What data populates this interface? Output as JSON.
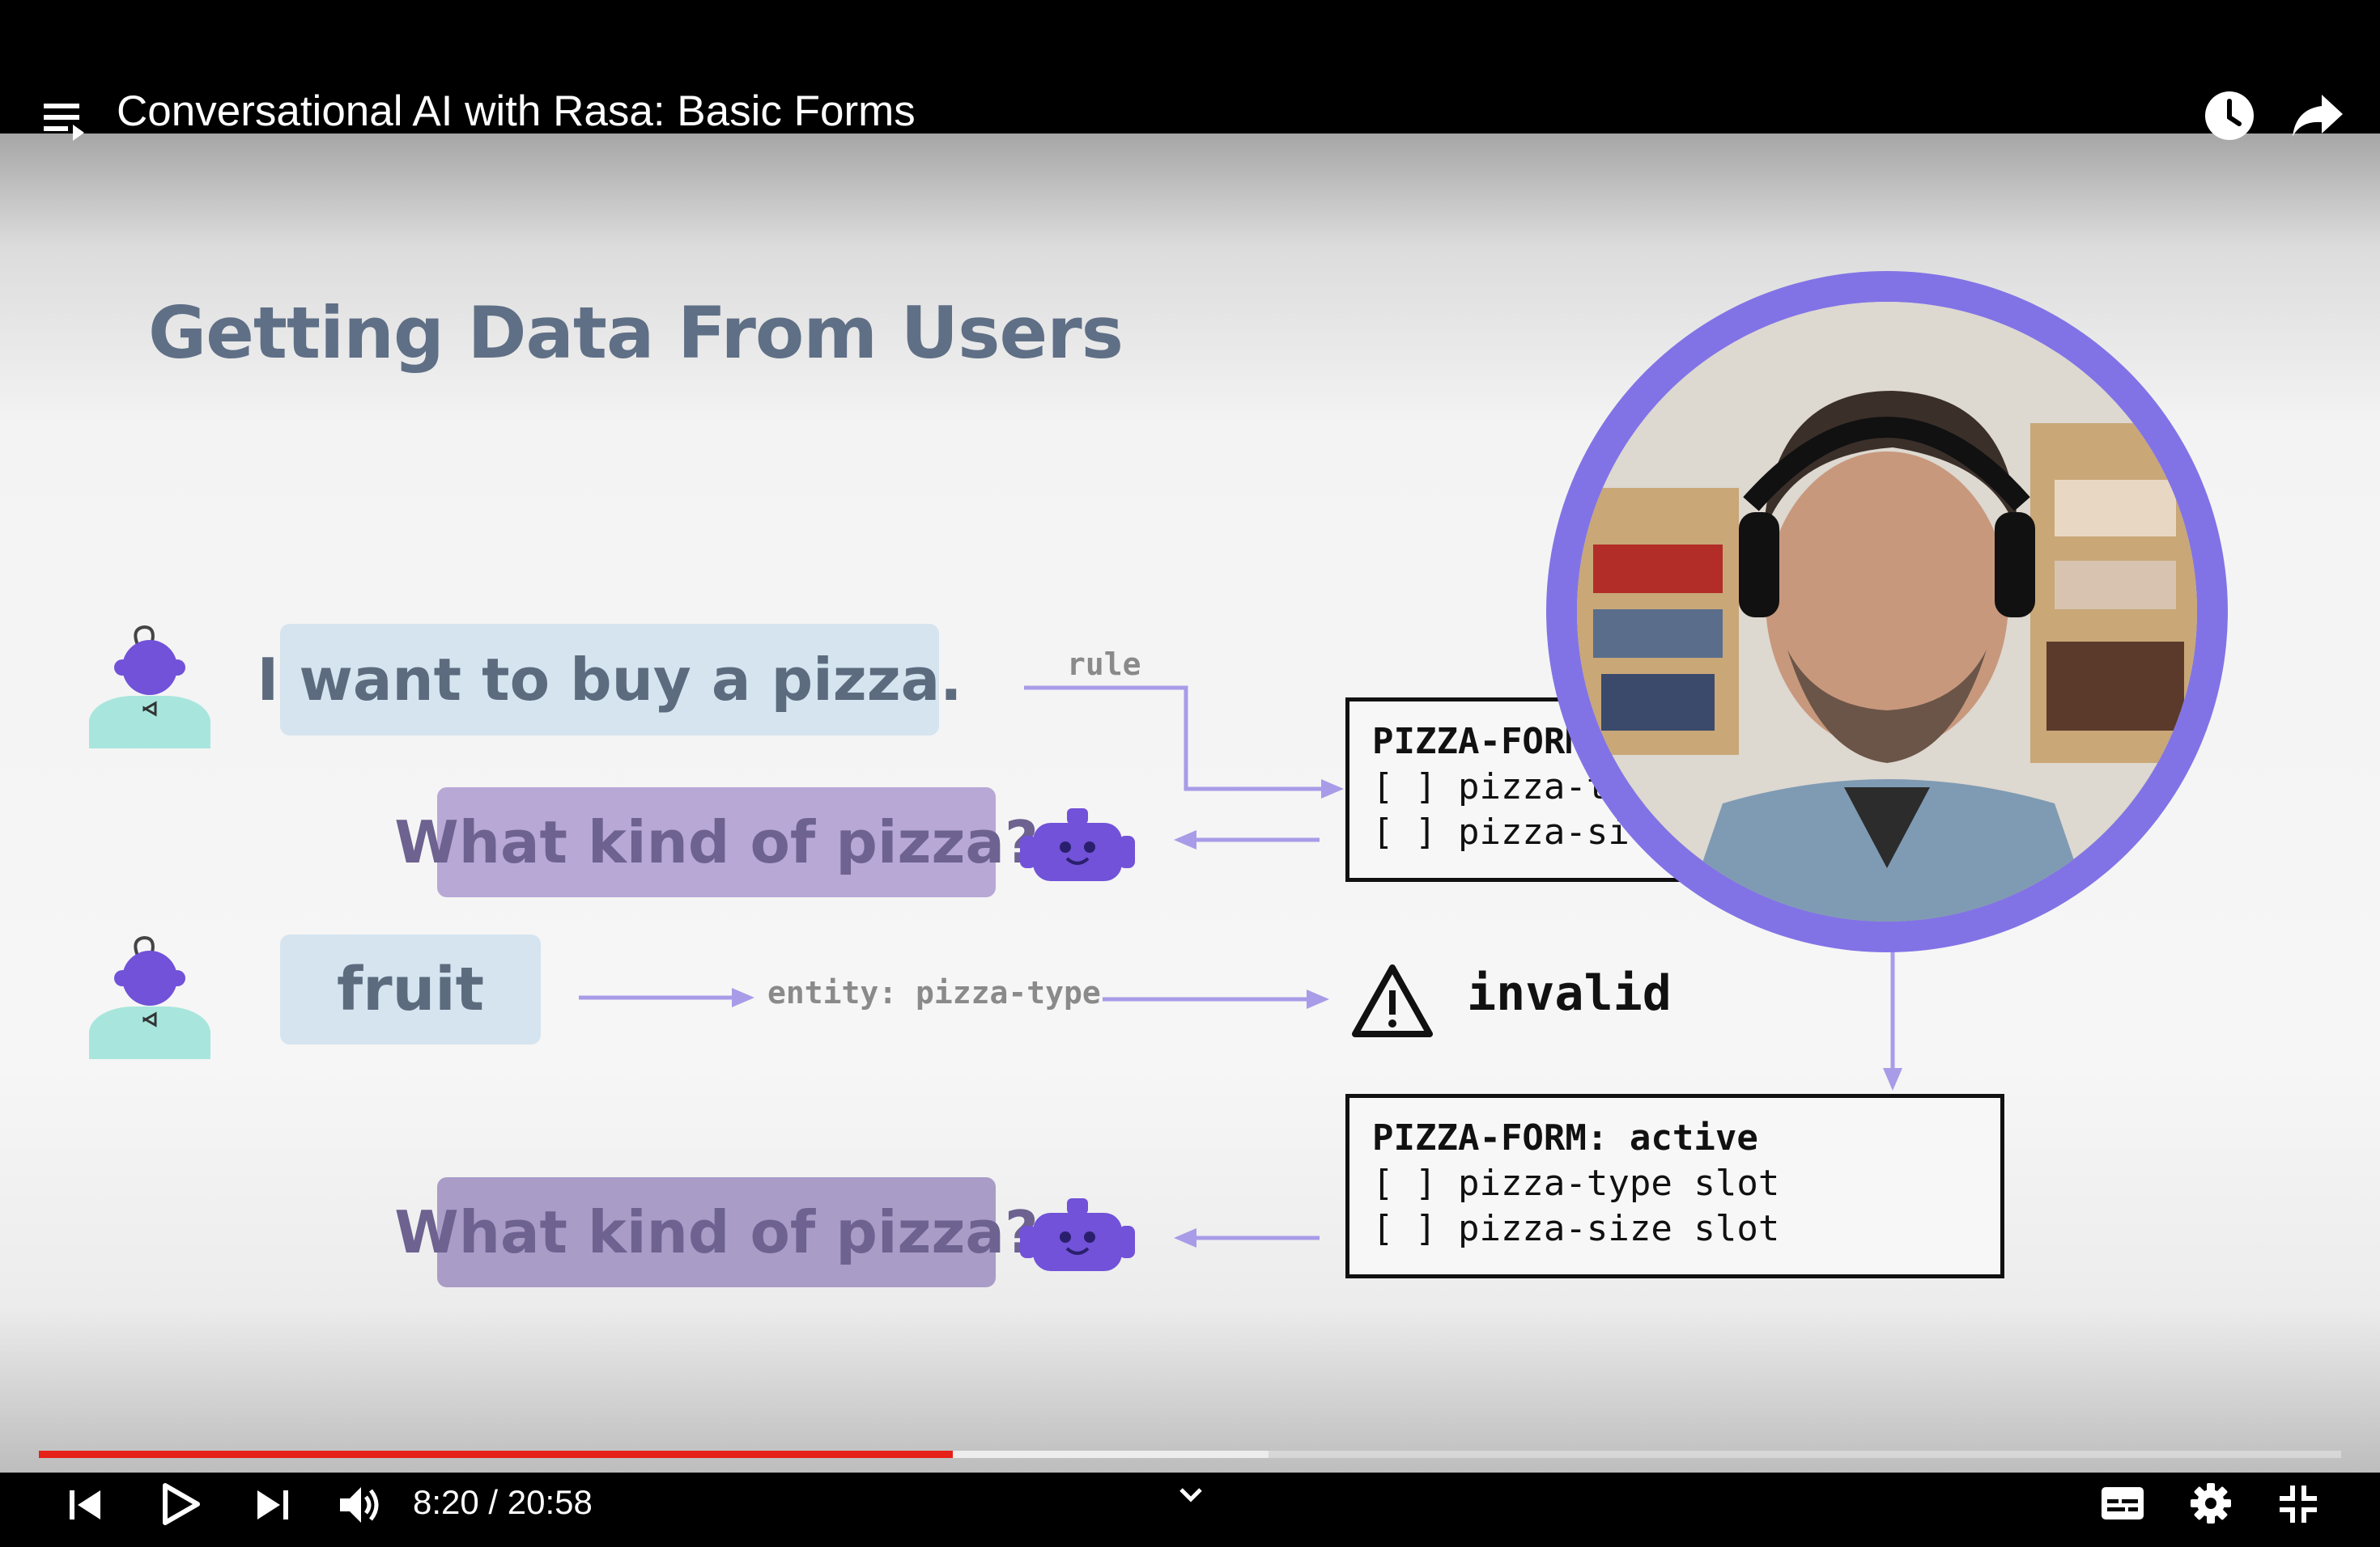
{
  "window": {
    "title": "Conversational AI with Rasa: Basic Forms"
  },
  "slide": {
    "title": "Getting Data From Users",
    "user_message_1": "I want to buy a pizza.",
    "bot_message_1": "What kind of pizza?",
    "user_message_2": "fruit",
    "bot_message_2": "What kind of pizza?",
    "rule_label": "rule",
    "entity_label": "entity: pizza-type",
    "invalid_label": "invalid",
    "form_box_1": {
      "header": "PIZZA-FORM",
      "line1": "[ ] pizza-t",
      "line2": "[ ] pizza-si"
    },
    "form_box_2": {
      "header": "PIZZA-FORM: active",
      "line1": "[ ] pizza-type slot",
      "line2": "[ ] pizza-size slot"
    },
    "accent_color": "#8173e6",
    "bot_color": "#7152d8",
    "user_color": "#a8e6dd"
  },
  "player": {
    "current_time": "8:20",
    "duration": "20:58",
    "time_display": "8:20 / 20:58",
    "progress_fraction": 0.397,
    "buffered_fraction": 0.534,
    "progress_color": "#e62117"
  },
  "icons": [
    "playlist-icon",
    "clock-icon",
    "share-icon",
    "previous-icon",
    "play-icon",
    "next-icon",
    "volume-icon",
    "chevron-down-icon",
    "subtitles-icon",
    "settings-icon",
    "exit-fullscreen-icon"
  ]
}
